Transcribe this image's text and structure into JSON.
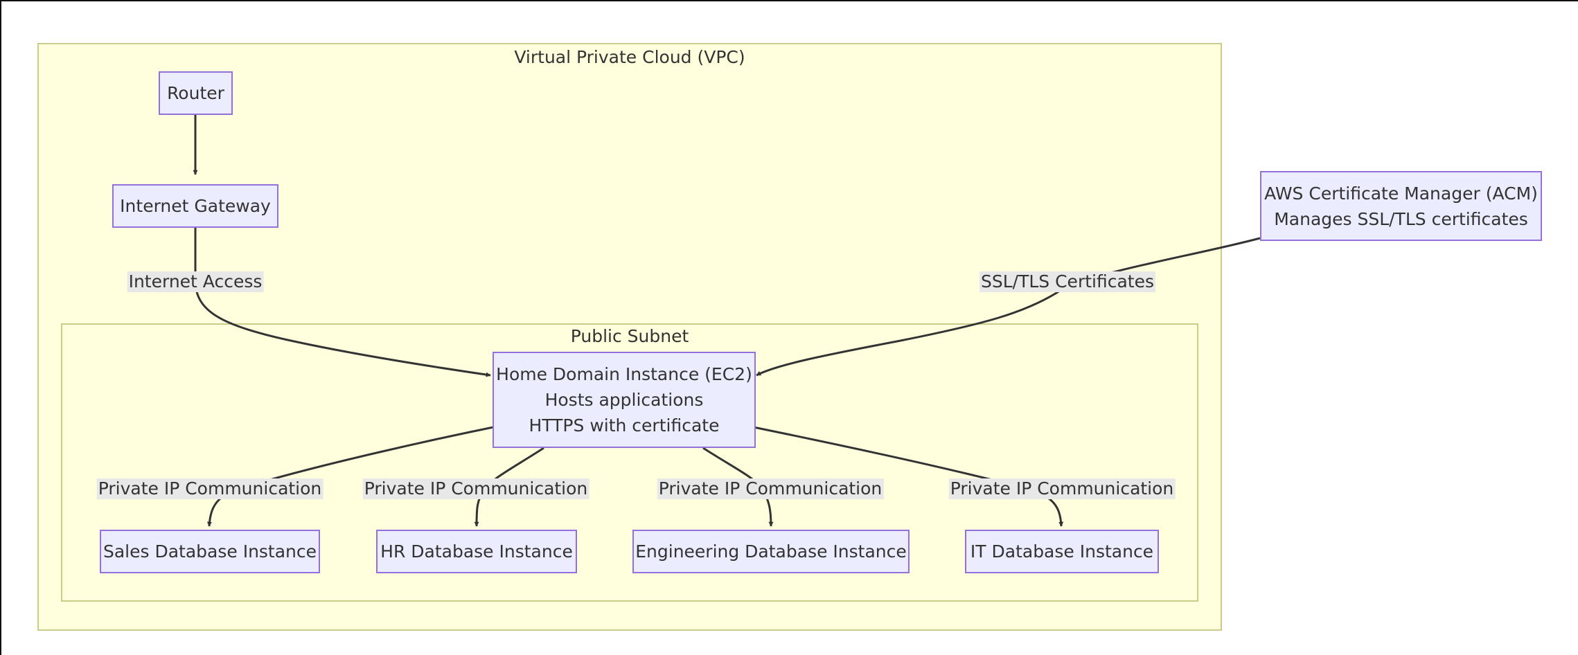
{
  "clusters": {
    "vpc": {
      "title": "Virtual Private Cloud (VPC)"
    },
    "subnet": {
      "title": "Public Subnet"
    }
  },
  "nodes": {
    "router": {
      "label": "Router"
    },
    "gateway": {
      "label": "Internet Gateway"
    },
    "acm": {
      "lines": [
        "AWS Certificate Manager (ACM)",
        "Manages SSL/TLS certificates"
      ]
    },
    "ec2": {
      "lines": [
        "Home Domain Instance (EC2)",
        "Hosts applications",
        "HTTPS with certificate"
      ]
    },
    "sales": {
      "label": "Sales Database Instance"
    },
    "hr": {
      "label": "HR Database Instance"
    },
    "engineering": {
      "label": "Engineering Database Instance"
    },
    "it": {
      "label": "IT Database Instance"
    }
  },
  "edges": {
    "internet_access": "Internet Access",
    "ssl_tls": "SSL/TLS Certificates",
    "to_sales": "Private IP Communication",
    "to_hr": "Private IP Communication",
    "to_engineering": "Private IP Communication",
    "to_it": "Private IP Communication"
  },
  "colors": {
    "node_fill": "#ececff",
    "node_stroke": "#9370db",
    "cluster_fill": "#ffffde",
    "cluster_stroke": "#c9cc8a",
    "edge": "#333333",
    "edge_label_bg": "#e8e8e8"
  }
}
